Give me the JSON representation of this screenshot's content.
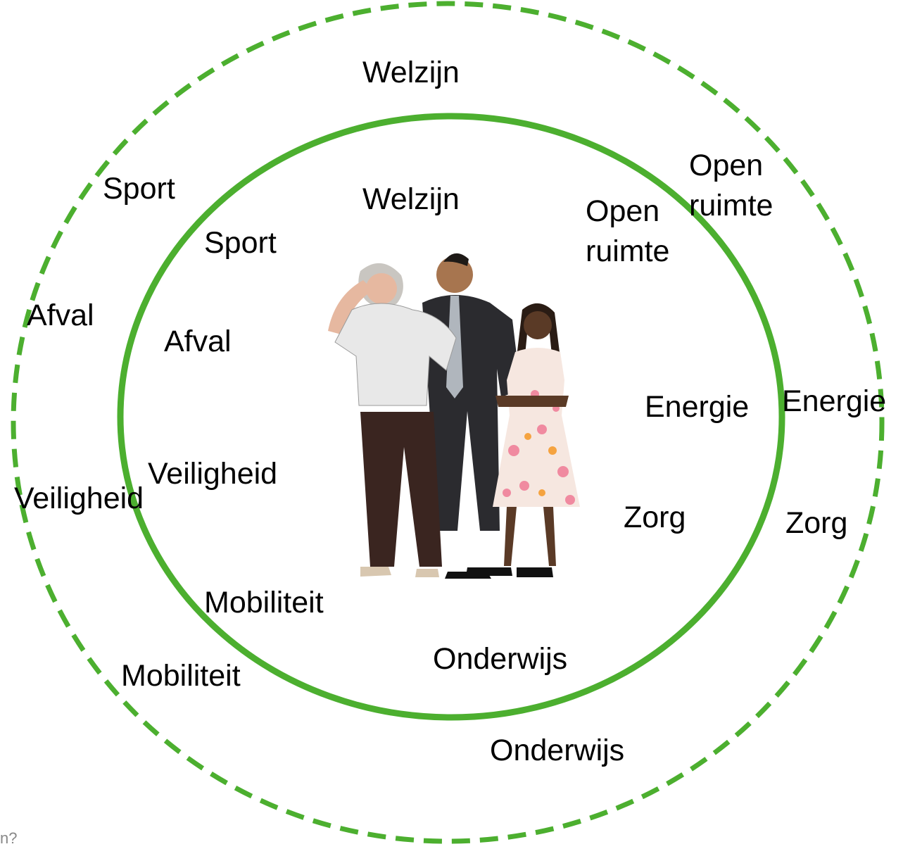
{
  "colors": {
    "ring": "#4caf2f",
    "text": "#000000"
  },
  "outer_ring": {
    "style": "dashed",
    "labels": {
      "welzijn": "Welzijn",
      "sport": "Sport",
      "open_ruimte_1": "Open",
      "open_ruimte_2": "ruimte",
      "afval": "Afval",
      "energie": "Energie",
      "veiligheid": "Veiligheid",
      "zorg": "Zorg",
      "mobiliteit": "Mobiliteit",
      "onderwijs": "Onderwijs"
    }
  },
  "inner_ring": {
    "style": "solid",
    "labels": {
      "welzijn": "Welzijn",
      "sport": "Sport",
      "open_ruimte_1": "Open",
      "open_ruimte_2": "ruimte",
      "afval": "Afval",
      "energie": "Energie",
      "veiligheid": "Veiligheid",
      "zorg": "Zorg",
      "mobiliteit": "Mobiliteit",
      "onderwijs": "Onderwijs"
    }
  },
  "center_figure": {
    "icon": "three-people-figure"
  },
  "corner_note": "n?"
}
